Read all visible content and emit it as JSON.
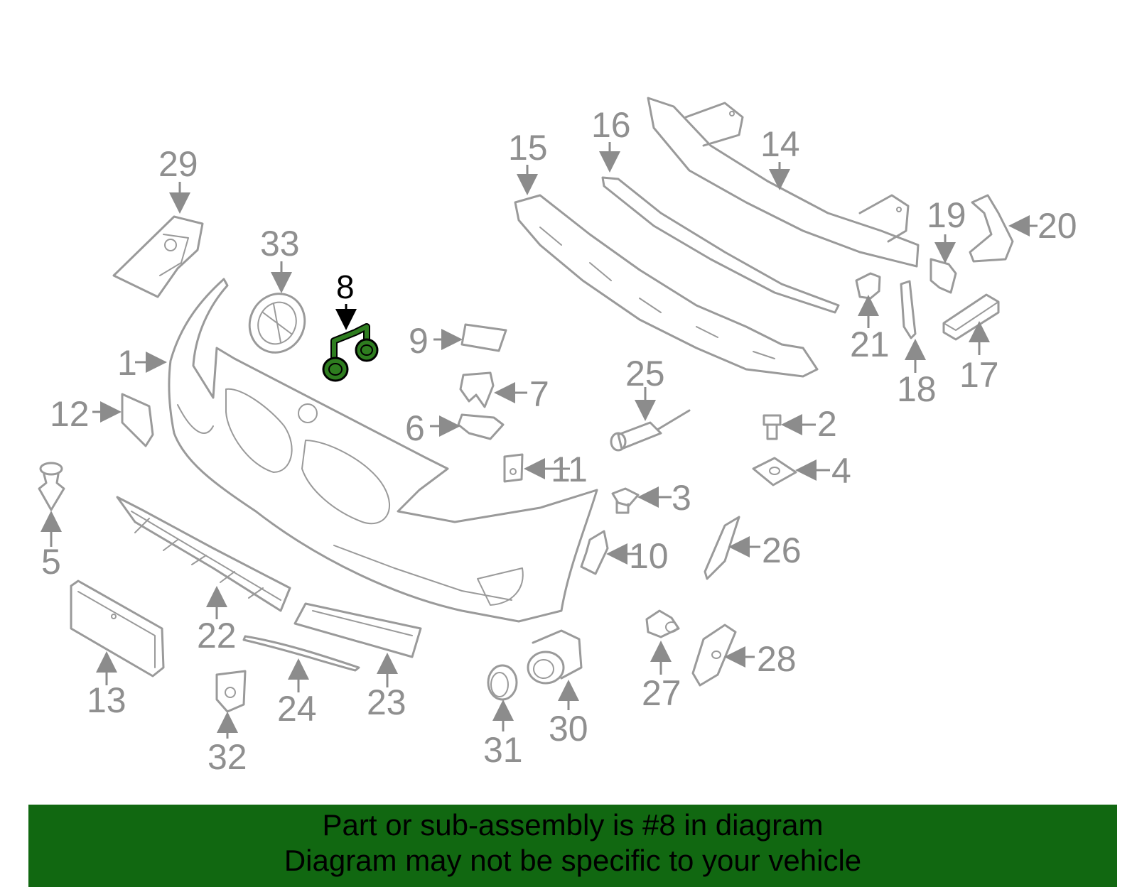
{
  "labels": {
    "p1": "1",
    "p2": "2",
    "p3": "3",
    "p4": "4",
    "p5": "5",
    "p6": "6",
    "p7": "7",
    "p8": "8",
    "p9": "9",
    "p10": "10",
    "p11": "11",
    "p12": "12",
    "p13": "13",
    "p14": "14",
    "p15": "15",
    "p16": "16",
    "p17": "17",
    "p18": "18",
    "p19": "19",
    "p20": "20",
    "p21": "21",
    "p22": "22",
    "p23": "23",
    "p24": "24",
    "p25": "25",
    "p26": "26",
    "p27": "27",
    "p28": "28",
    "p29": "29",
    "p30": "30",
    "p31": "31",
    "p32": "32",
    "p33": "33"
  },
  "highlight": {
    "part": "8",
    "color": "#2e7d1f"
  },
  "banner": {
    "line1": "Part or sub-assembly is #8 in diagram",
    "line2": "Diagram may not be specific to your vehicle",
    "color": "#116811"
  }
}
